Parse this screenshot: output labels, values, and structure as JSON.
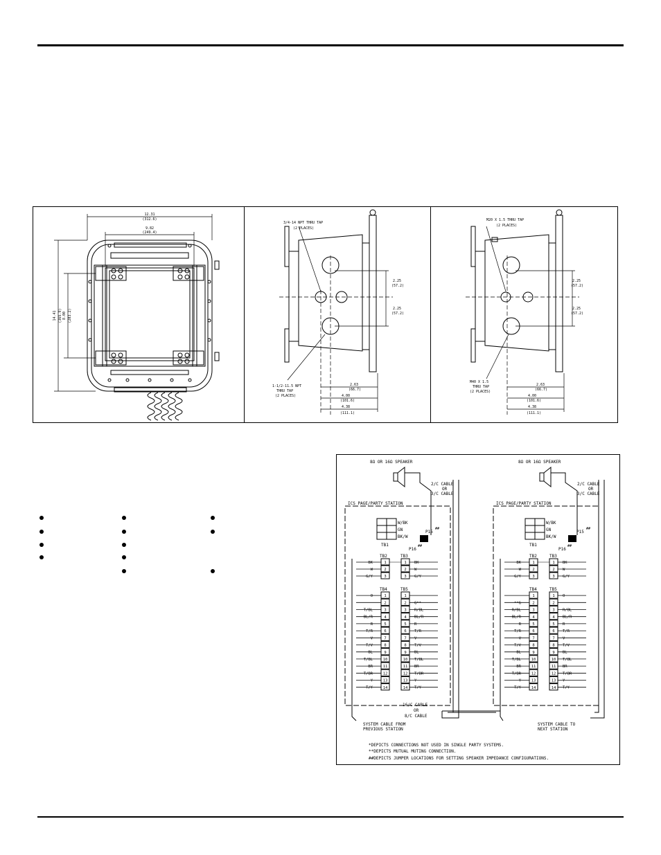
{
  "figure_front": {
    "dim_width": "12.31",
    "dim_width_mm": "(312.6)",
    "dim_inner_width": "9.82",
    "dim_inner_width_mm": "(249.4)",
    "dim_height": "14.41",
    "dim_height_mm": "(365.9)",
    "dim_inner_height": "8.00",
    "dim_inner_height_mm": "(203.2)"
  },
  "figure_side_npt": {
    "tap_top": "3/4-14 NPT THRU TAP",
    "tap_top_places": "(2 PLACES)",
    "tap_bottom_line1": "1-1/2-11.5 NPT",
    "tap_bottom_line2": "THRU TAP",
    "tap_bottom_places": "(2 PLACES)",
    "dim_upper": "2.25",
    "dim_upper_mm": "(57.2)",
    "dim_lower": "2.25",
    "dim_lower_mm": "(57.2)",
    "dim_a": "2.63",
    "dim_a_mm": "(66.7)",
    "dim_b": "4.00",
    "dim_b_mm": "(101.6)",
    "dim_c": "4.38",
    "dim_c_mm": "(111.1)"
  },
  "figure_side_metric": {
    "tap_top": "M20 X 1.5 THRU TAP",
    "tap_top_places": "(2 PLACES)",
    "tap_bottom_line1": "M40 X 1.5",
    "tap_bottom_line2": "THRU TAP",
    "tap_bottom_places": "(2 PLACES)",
    "dim_upper": "2.25",
    "dim_upper_mm": "(57.2)",
    "dim_lower": "2.25",
    "dim_lower_mm": "(57.2)",
    "dim_a": "2.63",
    "dim_a_mm": "(66.7)",
    "dim_b": "4.00",
    "dim_b_mm": "(101.6)",
    "dim_c": "4.38",
    "dim_c_mm": "(111.1)"
  },
  "wiring": {
    "speaker_label": "8Ω OR 16Ω SPEAKER",
    "cable_2c": "2/C CABLE",
    "cable_or": "OR",
    "cable_3c": "3/C CABLE",
    "station_title": "ICS PAGE/PARTY STATION",
    "tb1": "TB1",
    "tb1_terminals": [
      "W/BK",
      "GN",
      "BK/W"
    ],
    "p15": "P15",
    "p16": "P16",
    "jumper_mark": "##",
    "tb2": "TB2",
    "tb3": "TB3",
    "tb4": "TB4",
    "tb5": "TB5",
    "top_left_wires": [
      "BK",
      "W",
      "G/Y"
    ],
    "top_right_wires": [
      "BK",
      "W",
      "G/Y"
    ],
    "top_numbers": [
      "1",
      "2",
      "3"
    ],
    "numbers": [
      "1",
      "2",
      "3",
      "4",
      "5",
      "6",
      "7",
      "8",
      "9",
      "10",
      "11",
      "12",
      "13",
      "14"
    ],
    "left_station_left_wires": [
      "O",
      "",
      "T/BL",
      "BL/R",
      "R",
      "T/R",
      "V",
      "T/V",
      "BL",
      "T/BL",
      "BR",
      "T/BR",
      "Y",
      "T/Y"
    ],
    "left_station_right_wires": [
      "",
      "G**",
      "R/BL",
      "BL/R",
      "R",
      "T/R",
      "V",
      "T/V",
      "BL",
      "T/BL",
      "BR",
      "T/BR",
      "Y",
      "T/Y"
    ],
    "right_station_left_wires": [
      "",
      "**G",
      "R/BL",
      "BL/R",
      "R",
      "T/R",
      "V",
      "T/V",
      "BL",
      "T/BL",
      "BR",
      "T/BR",
      "Y",
      "T/Y"
    ],
    "right_station_right_wires": [
      "O",
      "",
      "R/BL",
      "BL/R",
      "R",
      "T/R",
      "V",
      "T/V",
      "BL",
      "T/BL",
      "BR",
      "T/BR",
      "Y",
      "T/Y"
    ],
    "cable_16c": "16/C CABLE",
    "cable_or2": "OR",
    "cable_8c": "8/C CABLE",
    "from_prev_1": "SYSTEM CABLE FROM",
    "from_prev_2": "PREVIOUS STATION",
    "to_next_1": "SYSTEM CABLE TO",
    "to_next_2": "NEXT STATION",
    "note1": "*DEPICTS CONNECTIONS NOT USED IN SINGLE PARTY SYSTEMS.",
    "note2": "**DEPICTS MUTUAL MUTING CONNECTION.",
    "note3": "##DEPICTS JUMPER LOCATIONS FOR SETTING SPEAKER IMPEDANCE CONFIGURATIONS."
  }
}
